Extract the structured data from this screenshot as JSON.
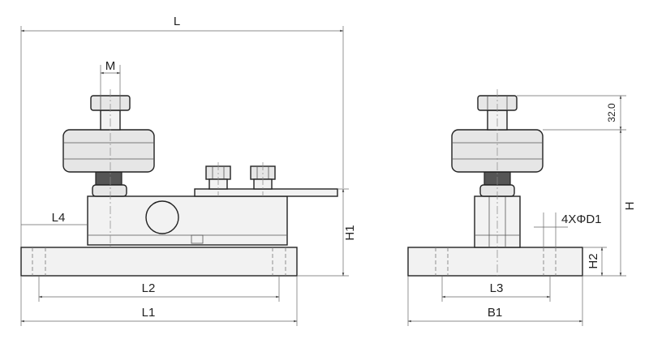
{
  "labels": {
    "L": "L",
    "M": "M",
    "L4": "L4",
    "L2": "L2",
    "L1": "L1",
    "H1": "H1",
    "dim_32": "32.0",
    "H": "H",
    "D1": "4XΦD1",
    "H2": "H2",
    "L3": "L3",
    "B1": "B1"
  }
}
